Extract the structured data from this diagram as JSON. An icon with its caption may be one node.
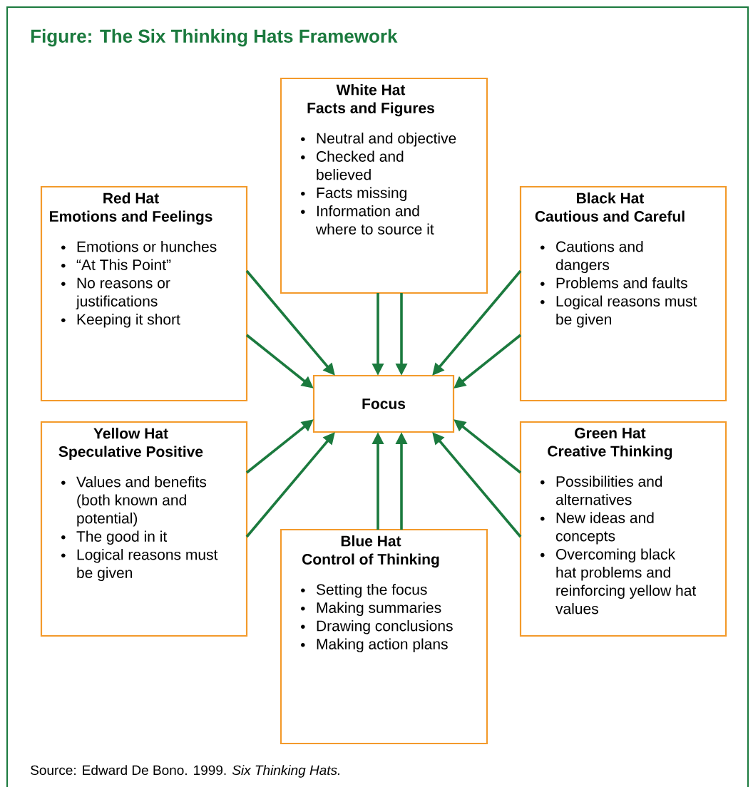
{
  "diagram": {
    "title": "Figure: The Six Thinking Hats Framework",
    "caption": "Source: Edward De Bono. 1999. *Six Thinking Hats.*",
    "nodes": [
      {
        "text": [
          "White Hat",
          "Facts and Figures",
          "Neutral and objective",
          "Checked and believed",
          "Facts missing",
          "Information and where to source it"
        ]
      },
      {
        "text": [
          "Red Hat",
          "Emotions and Feelings",
          "Emotions or hunches",
          "“At This Point”",
          "No reasons or justifications",
          "Keeping it short"
        ]
      },
      {
        "text": [
          "Black Hat",
          "Cautious and Careful",
          "Cautions and dangers",
          "Problems and faults",
          "Logical reasons must be given"
        ]
      },
      {
        "text": [
          "Focus"
        ]
      },
      {
        "text": [
          "Yellow Hat",
          "Speculative Positive",
          "Values and benefits (both known and potential)",
          "The good in it",
          "Logical reasons must be given"
        ]
      },
      {
        "text": [
          "Green Hat",
          "Creative Thinking",
          "Possibilities and alternatives",
          "New ideas and concepts",
          "Overcoming black hat problems and reinforcing yellow hat values"
        ]
      },
      {
        "text": [
          "Blue Hat",
          "Control of Thinking",
          "Setting the focus",
          "Making summaries",
          "Drawing conclusions",
          "Making action plans"
        ]
      }
    ],
    "edges": [
      {
        "from": 0,
        "to": 3,
        "arrow": "to"
      },
      {
        "from": 0,
        "to": 3,
        "arrow": "to"
      },
      {
        "from": 1,
        "to": 3,
        "arrow": "to"
      },
      {
        "from": 1,
        "to": 3,
        "arrow": "to"
      },
      {
        "from": 2,
        "to": 3,
        "arrow": "to"
      },
      {
        "from": 2,
        "to": 3,
        "arrow": "to"
      },
      {
        "from": 4,
        "to": 3,
        "arrow": "to"
      },
      {
        "from": 4,
        "to": 3,
        "arrow": "to"
      },
      {
        "from": 5,
        "to": 3,
        "arrow": "to"
      },
      {
        "from": 5,
        "to": 3,
        "arrow": "to"
      },
      {
        "from": 6,
        "to": 3,
        "arrow": "to"
      },
      {
        "from": 6,
        "to": 3,
        "arrow": "to"
      }
    ]
  }
}
